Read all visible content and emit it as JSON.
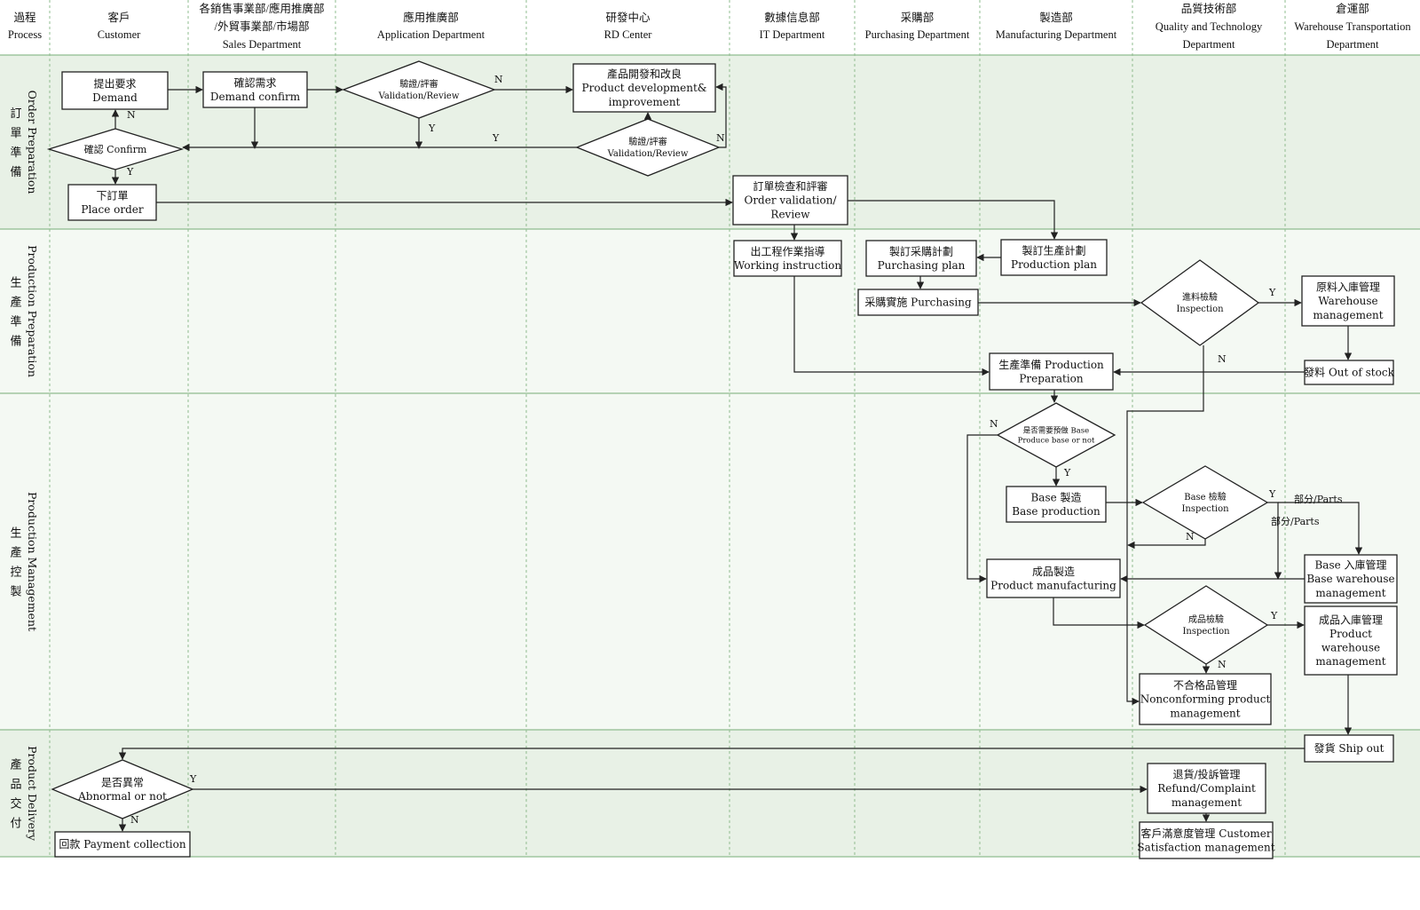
{
  "colors": {
    "band": "#e8f1e6",
    "band_alt": "#f4f9f3",
    "divider": "#8fbc8f",
    "box_stroke": "#222222",
    "line": "#222222"
  },
  "header": {
    "columns": [
      {
        "lines": [
          "過程",
          "Process"
        ]
      },
      {
        "lines": [
          "客戶",
          "Customer"
        ]
      },
      {
        "lines": [
          "各銷售事業部/應用推廣部",
          "/外貿事業部/市場部",
          "Sales Department"
        ]
      },
      {
        "lines": [
          "應用推廣部",
          "Application Department"
        ]
      },
      {
        "lines": [
          "研發中心",
          "RD Center"
        ]
      },
      {
        "lines": [
          "數據信息部",
          "IT Department"
        ]
      },
      {
        "lines": [
          "采購部",
          "Purchasing Department"
        ]
      },
      {
        "lines": [
          "製造部",
          "Manufacturing Department"
        ]
      },
      {
        "lines": [
          "品質技術部",
          "Quality and Technology",
          "Department"
        ]
      },
      {
        "lines": [
          "倉運部",
          "Warehouse Transportation",
          "Department"
        ]
      }
    ]
  },
  "lanes": [
    {
      "cn": "訂單準備",
      "en": "Order Preparation"
    },
    {
      "cn": "生產準備",
      "en": "Production Preparation"
    },
    {
      "cn": "生產控製",
      "en": "Production Management"
    },
    {
      "cn": "產品交付",
      "en": "Product Delivery"
    }
  ],
  "nodes": {
    "demand": {
      "lines": [
        "提出要求",
        "Demand"
      ]
    },
    "demand_confirm": {
      "lines": [
        "確認需求",
        "Demand confirm"
      ]
    },
    "validation_app": {
      "lines": [
        "驗證/評審",
        "Validation/Review"
      ]
    },
    "product_dev": {
      "lines": [
        "產品開發和改良",
        "Product development&",
        "improvement"
      ]
    },
    "confirm": {
      "lines": [
        "確認 Confirm"
      ]
    },
    "validation_rd": {
      "lines": [
        "驗證/評審",
        "Validation/Review"
      ]
    },
    "place_order": {
      "lines": [
        "下訂單",
        "Place order"
      ]
    },
    "order_validation": {
      "lines": [
        "訂單檢查和評審",
        "Order validation/",
        "Review"
      ]
    },
    "working_instruction": {
      "lines": [
        "出工程作業指導",
        "Working instruction"
      ]
    },
    "purchasing_plan": {
      "lines": [
        "製訂采購計劃",
        "Purchasing plan"
      ]
    },
    "production_plan": {
      "lines": [
        "製訂生產計劃",
        "Production plan"
      ]
    },
    "purchasing": {
      "lines": [
        "采購實施 Purchasing"
      ]
    },
    "inspection_incoming": {
      "lines": [
        "進料檢驗",
        "Inspection"
      ]
    },
    "warehouse_mgmt": {
      "lines": [
        "原料入庫管理",
        "Warehouse",
        "management"
      ]
    },
    "out_of_stock": {
      "lines": [
        "發料 Out of stock"
      ]
    },
    "production_prep": {
      "lines": [
        "生產準備 Production",
        "Preparation"
      ]
    },
    "produce_base": {
      "lines": [
        "是否需要預做 Base",
        "Produce base or not"
      ]
    },
    "base_production": {
      "lines": [
        "Base 製造",
        "Base production"
      ]
    },
    "base_inspection": {
      "lines": [
        "Base 檢驗",
        "Inspection"
      ]
    },
    "base_warehouse": {
      "lines": [
        "Base 入庫管理",
        "Base warehouse",
        "management"
      ]
    },
    "product_manufacturing": {
      "lines": [
        "成品製造",
        "Product manufacturing"
      ]
    },
    "product_inspection": {
      "lines": [
        "成品檢驗",
        "Inspection"
      ]
    },
    "product_warehouse": {
      "lines": [
        "成品入庫管理",
        "Product",
        "warehouse",
        "management"
      ]
    },
    "nonconforming": {
      "lines": [
        "不合格品管理",
        "Nonconforming product",
        "management"
      ]
    },
    "ship_out": {
      "lines": [
        "發貨  Ship out"
      ]
    },
    "abnormal": {
      "lines": [
        "是否異常",
        "Abnormal or not"
      ]
    },
    "refund": {
      "lines": [
        "退貨/投訴管理",
        "Refund/Complaint",
        "management"
      ]
    },
    "payment": {
      "lines": [
        "回款 Payment collection"
      ]
    },
    "satisfaction": {
      "lines": [
        "客戶滿意度管理 Customer",
        "Satisfaction management"
      ]
    }
  },
  "edge_labels": {
    "yes": "Y",
    "no": "N",
    "parts": "部分/Parts"
  }
}
